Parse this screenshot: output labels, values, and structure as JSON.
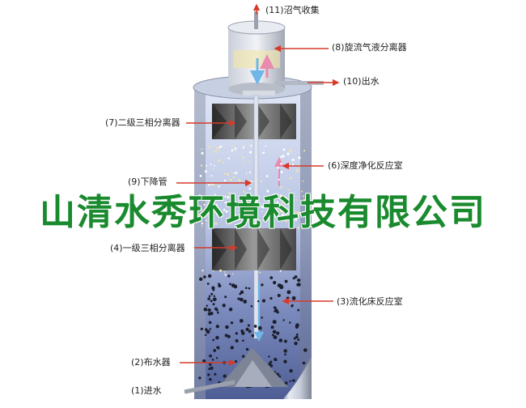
{
  "labels": {
    "biogas": "(11)沼气收集",
    "cyclone": "(8)旋流气液分离器",
    "outlet": "(10)出水",
    "sep2": "(7)二级三相分离器",
    "deep": "(6)深度净化反应室",
    "downpipe": "(9)下降管",
    "sep1": "(4)一级三相分离器",
    "fluidbed": "(3)流化床反应室",
    "distributor": "(2)布水器",
    "inlet": "(1)进水"
  },
  "watermark": "山清水秀环境科技有限公司",
  "colors": {
    "arrow": "#d63a2a",
    "watermark": "#1a8a2e",
    "tank_light": "#cfd9f0",
    "tank_dark": "#5d6ea5",
    "pink_arrow": "#e98aaf",
    "blue_arrow": "#6fb7e8"
  }
}
